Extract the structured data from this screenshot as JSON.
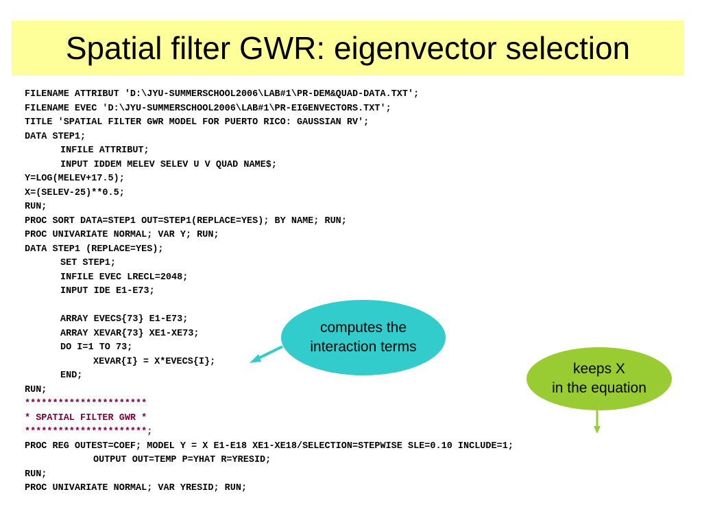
{
  "slide": {
    "title": "Spatial filter GWR: eigenvector selection"
  },
  "code": {
    "lines": [
      {
        "text": "FILENAME ATTRIBUT 'D:\\JYU-SUMMERSCHOOL2006\\LAB#1\\PR-DEM&QUAD-DATA.TXT';",
        "indent": 0,
        "comment": false
      },
      {
        "text": "FILENAME EVEC 'D:\\JYU-SUMMERSCHOOL2006\\LAB#1\\PR-EIGENVECTORS.TXT';",
        "indent": 0,
        "comment": false
      },
      {
        "text": "TITLE 'SPATIAL FILTER GWR MODEL FOR PUERTO RICO: GAUSSIAN RV';",
        "indent": 0,
        "comment": false
      },
      {
        "text": "DATA STEP1;",
        "indent": 0,
        "comment": false
      },
      {
        "text": "INFILE ATTRIBUT;",
        "indent": 1,
        "comment": false
      },
      {
        "text": "INPUT IDDEM MELEV SELEV U V QUAD NAME$;",
        "indent": 1,
        "comment": false
      },
      {
        "text": "Y=LOG(MELEV+17.5);",
        "indent": 0,
        "comment": false
      },
      {
        "text": "X=(SELEV-25)**0.5;",
        "indent": 0,
        "comment": false
      },
      {
        "text": "RUN;",
        "indent": 0,
        "comment": false
      },
      {
        "text": "PROC SORT DATA=STEP1 OUT=STEP1(REPLACE=YES); BY NAME; RUN;",
        "indent": 0,
        "comment": false
      },
      {
        "text": "PROC UNIVARIATE NORMAL; VAR Y; RUN;",
        "indent": 0,
        "comment": false
      },
      {
        "text": "DATA STEP1 (REPLACE=YES);",
        "indent": 0,
        "comment": false
      },
      {
        "text": "SET STEP1;",
        "indent": 1,
        "comment": false
      },
      {
        "text": "INFILE EVEC LRECL=2048;",
        "indent": 1,
        "comment": false
      },
      {
        "text": "INPUT IDE E1-E73;",
        "indent": 1,
        "comment": false
      },
      {
        "text": "",
        "indent": 0,
        "comment": false
      },
      {
        "text": "ARRAY EVECS{73} E1-E73;",
        "indent": 1,
        "comment": false
      },
      {
        "text": "ARRAY XEVAR{73} XE1-XE73;",
        "indent": 1,
        "comment": false
      },
      {
        "text": "DO I=1 TO 73;",
        "indent": 1,
        "comment": false
      },
      {
        "text": "XEVAR{I} = X*EVECS{I};",
        "indent": 2,
        "comment": false
      },
      {
        "text": "END;",
        "indent": 1,
        "comment": false
      },
      {
        "text": "RUN;",
        "indent": 0,
        "comment": false
      },
      {
        "text": "**********************",
        "indent": 0,
        "comment": true
      },
      {
        "text": "* SPATIAL FILTER GWR *",
        "indent": 0,
        "comment": true
      },
      {
        "text": "**********************;",
        "indent": 0,
        "comment": true
      },
      {
        "text": "PROC REG OUTEST=COEF; MODEL Y = X E1-E18 XE1-XE18/SELECTION=STEPWISE SLE=0.10 INCLUDE=1;",
        "indent": 0,
        "comment": false
      },
      {
        "text": "OUTPUT OUT=TEMP P=YHAT R=YRESID;",
        "indent": 2,
        "comment": false
      },
      {
        "text": "RUN;",
        "indent": 0,
        "comment": false
      },
      {
        "text": "PROC UNIVARIATE NORMAL; VAR YRESID; RUN;",
        "indent": 0,
        "comment": false
      }
    ]
  },
  "callouts": {
    "interaction": {
      "line1": "computes the",
      "line2": "interaction terms"
    },
    "keeps_x": {
      "line1": "keeps X",
      "line2": "in the equation"
    }
  },
  "colors": {
    "title_background": "#ffff99",
    "comment_text": "#800040",
    "teal_callout": "#33cccc",
    "green_callout": "#99cc33"
  }
}
